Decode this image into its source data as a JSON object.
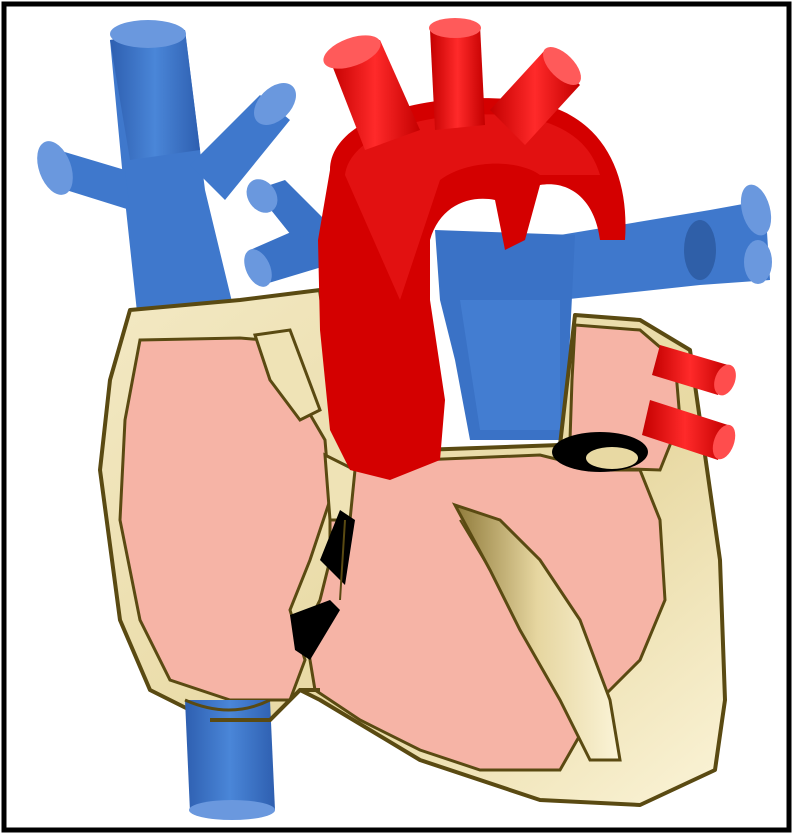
{
  "diagram": {
    "type": "heart-anatomy-illustration",
    "labels": [],
    "colors": {
      "frame": "#000000",
      "background": "#ffffff",
      "venous_blue": "#3b73c8",
      "venous_blue_dark": "#2f5fa8",
      "arterial_red": "#e01616",
      "arterial_red_dark": "#b30000",
      "chamber_pink": "#f6b4a6",
      "wall_tan": "#efe3b6",
      "outline": "#5a4a12",
      "valve_black": "#000000"
    },
    "structures": [
      {
        "name": "superior-vena-cava",
        "color": "venous_blue"
      },
      {
        "name": "inferior-vena-cava",
        "color": "venous_blue"
      },
      {
        "name": "pulmonary-artery",
        "color": "venous_blue"
      },
      {
        "name": "pulmonary-arteries-branches",
        "color": "venous_blue"
      },
      {
        "name": "aorta",
        "color": "arterial_red"
      },
      {
        "name": "aortic-arch-branches",
        "color": "arterial_red"
      },
      {
        "name": "pulmonary-veins",
        "color": "arterial_red"
      },
      {
        "name": "right-atrium",
        "color": "chamber_pink"
      },
      {
        "name": "right-ventricle",
        "color": "chamber_pink"
      },
      {
        "name": "left-atrium",
        "color": "chamber_pink"
      },
      {
        "name": "left-ventricle",
        "color": "chamber_pink"
      },
      {
        "name": "tricuspid-valve",
        "color": "valve_black"
      },
      {
        "name": "mitral-valve",
        "color": "valve_black"
      }
    ]
  }
}
